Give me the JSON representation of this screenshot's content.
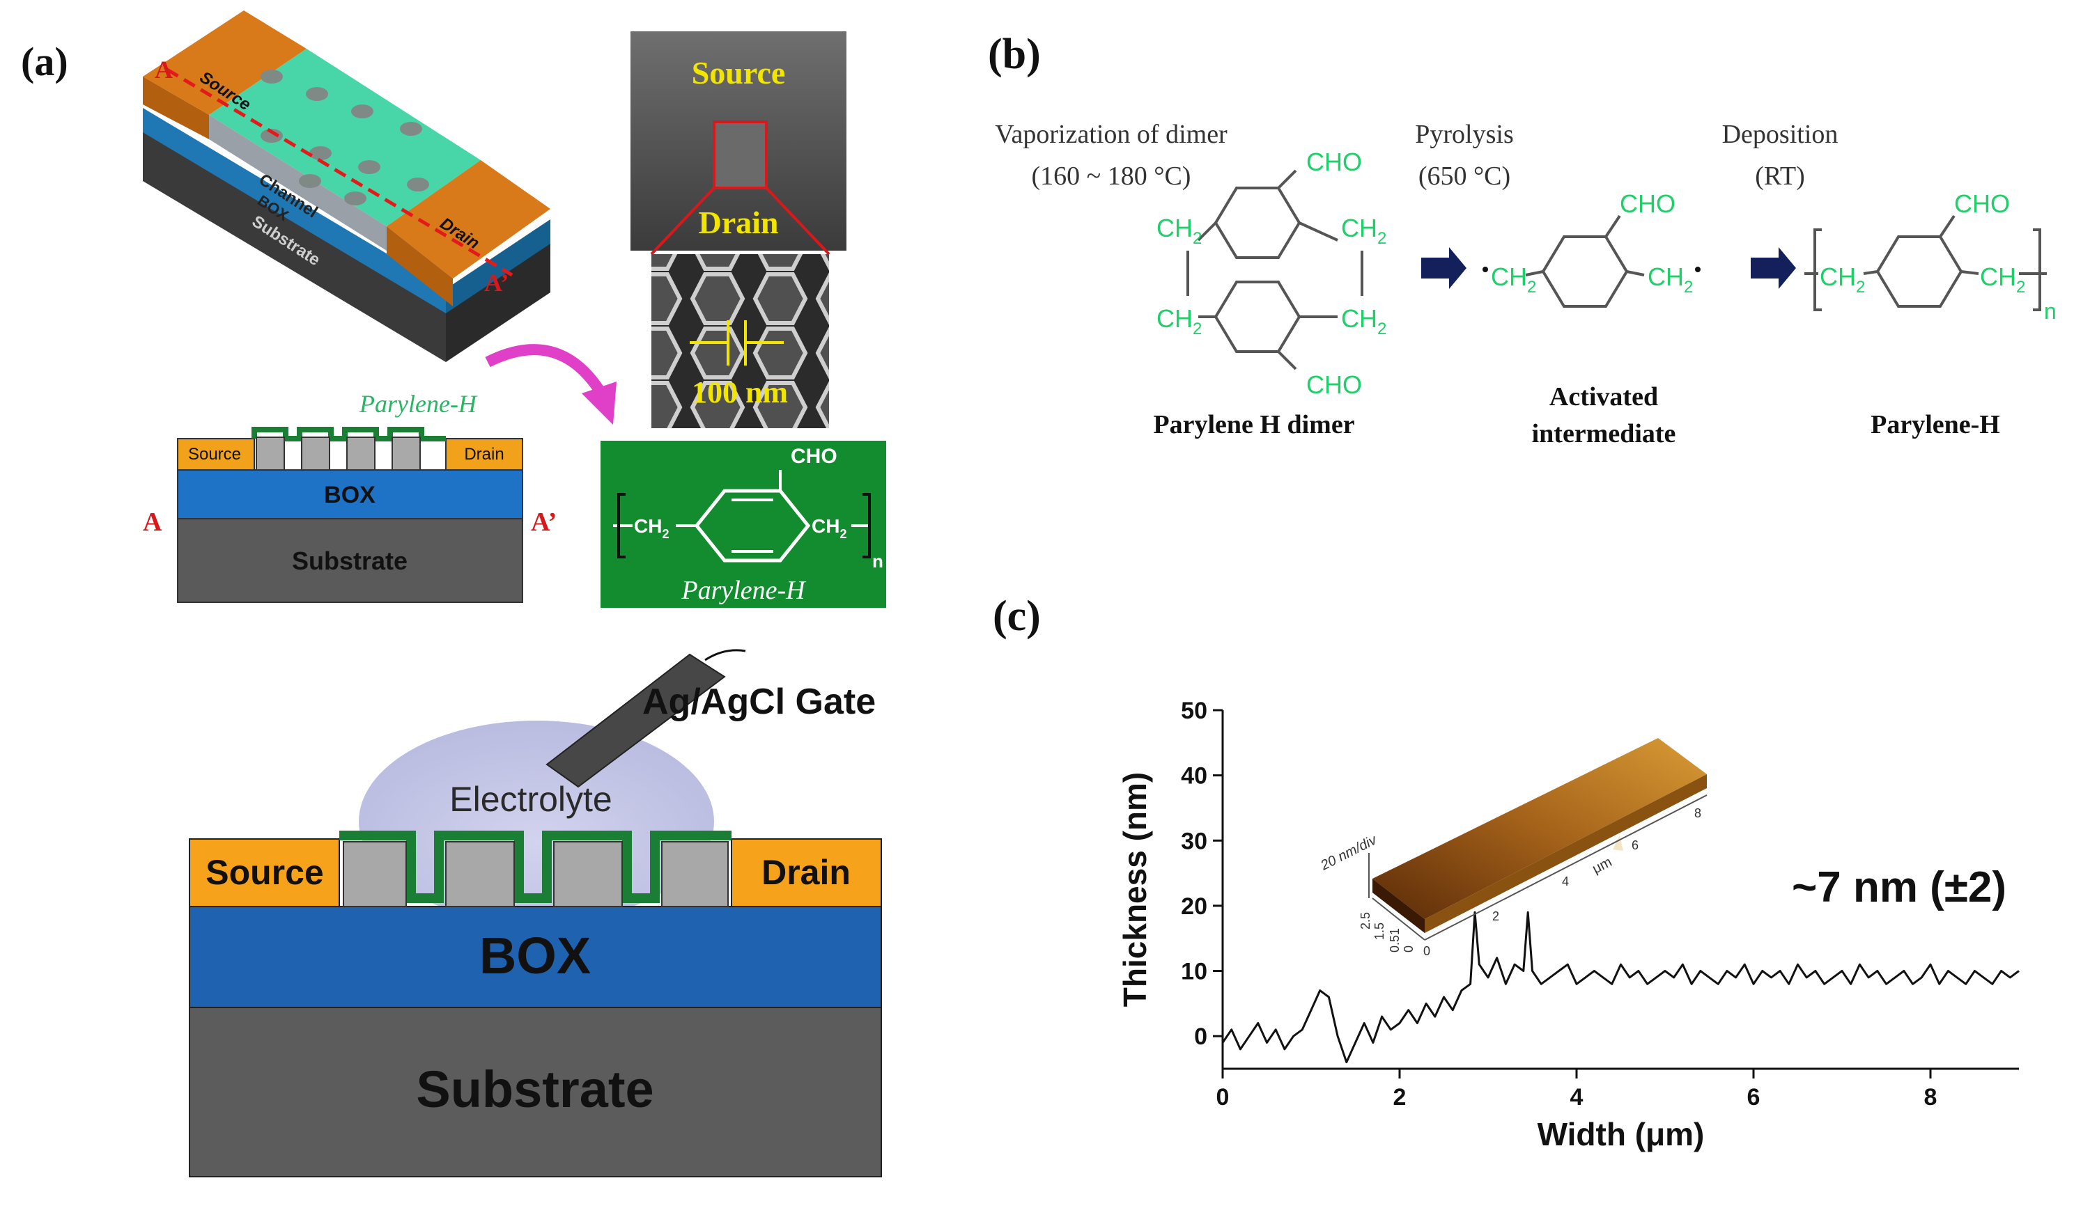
{
  "panel_labels": {
    "a": "(a)",
    "b": "(b)",
    "c": "(c)"
  },
  "panel_a": {
    "device3d": {
      "section_start": "A",
      "section_end": "A’",
      "source": "Source",
      "drain": "Drain",
      "channel": "Channel",
      "box": "BOX",
      "substrate": "Substrate"
    },
    "sem": {
      "source": "Source",
      "drain": "Drain",
      "scale": "100 nm"
    },
    "cross_section": {
      "coating": "Parylene-H",
      "source": "Source",
      "drain": "Drain",
      "box": "BOX",
      "substrate": "Substrate",
      "left_mark": "A",
      "right_mark": "A’"
    },
    "formula_box": {
      "group": "CHO",
      "ch2_left": "CH",
      "ch2_right": "CH",
      "sub2": "2",
      "repeat": "n",
      "name": "Parylene-H"
    },
    "bottom_device": {
      "gate": "Ag/AgCl Gate",
      "electrolyte": "Electrolyte",
      "source": "Source",
      "drain": "Drain",
      "box": "BOX",
      "substrate": "Substrate"
    }
  },
  "panel_b": {
    "step1": {
      "line1": "Vaporization of dimer",
      "line2": "(160 ~ 180 °C)"
    },
    "step2": {
      "line1": "Pyrolysis",
      "line2": "(650 °C)"
    },
    "step3": {
      "line1": "Deposition",
      "line2": "(RT)"
    },
    "dimer": {
      "cho": "CHO",
      "ch": "CH",
      "sub2": "2",
      "name": "Parylene H dimer"
    },
    "intermediate": {
      "cho": "CHO",
      "ch": "CH",
      "sub2": "2",
      "name_line1": "Activated",
      "name_line2": "intermediate"
    },
    "polymer": {
      "cho": "CHO",
      "ch": "CH",
      "sub2": "2",
      "repeat": "n",
      "name": "Parylene-H"
    },
    "colors": {
      "chem_green": "#1fcf6a",
      "arrow_navy": "#13205c"
    }
  },
  "panel_c": {
    "annotation": "~7 nm (±2)",
    "afm_inset": {
      "z_scale": "20 nm/div",
      "axis_unit": "μm",
      "x_ticks": [
        "0",
        "2",
        "4",
        "6",
        "8"
      ],
      "y_ticks": [
        "0",
        "0.51",
        "1.5",
        "2.5"
      ]
    }
  },
  "chart_data": {
    "type": "line",
    "title": "",
    "xlabel": "Width (μm)",
    "ylabel": "Thickness (nm)",
    "xlim": [
      0,
      9
    ],
    "ylim": [
      -5,
      50
    ],
    "x_ticks": [
      0,
      2,
      4,
      6,
      8
    ],
    "y_ticks": [
      0,
      10,
      20,
      30,
      40,
      50
    ],
    "grid": false,
    "series": [
      {
        "x": [
          0,
          0.1,
          0.2,
          0.3,
          0.4,
          0.5,
          0.6,
          0.7,
          0.8,
          0.9,
          1.0,
          1.1,
          1.2,
          1.3,
          1.4,
          1.5,
          1.6,
          1.7,
          1.8,
          1.9,
          2.0,
          2.1,
          2.2,
          2.3,
          2.4,
          2.5,
          2.6,
          2.7,
          2.8,
          2.85,
          2.9,
          3.0,
          3.1,
          3.2,
          3.3,
          3.4,
          3.45,
          3.5,
          3.6,
          3.7,
          3.8,
          3.9,
          4.0,
          4.1,
          4.2,
          4.3,
          4.4,
          4.5,
          4.6,
          4.7,
          4.8,
          4.9,
          5.0,
          5.1,
          5.2,
          5.3,
          5.4,
          5.5,
          5.6,
          5.7,
          5.8,
          5.9,
          6.0,
          6.1,
          6.2,
          6.3,
          6.4,
          6.5,
          6.6,
          6.7,
          6.8,
          6.9,
          7.0,
          7.1,
          7.2,
          7.3,
          7.4,
          7.5,
          7.6,
          7.7,
          7.8,
          7.9,
          8.0,
          8.1,
          8.2,
          8.3,
          8.4,
          8.5,
          8.6,
          8.7,
          8.8,
          8.9,
          9.0
        ],
        "y": [
          -1,
          1,
          -2,
          0,
          2,
          -1,
          1,
          -2,
          0,
          1,
          4,
          7,
          6,
          0,
          -4,
          -1,
          2,
          -1,
          3,
          1,
          2,
          4,
          2,
          5,
          3,
          6,
          4,
          7,
          8,
          19,
          11,
          9,
          12,
          8,
          11,
          10,
          19,
          10,
          8,
          9,
          10,
          11,
          8,
          9,
          10,
          9,
          8,
          11,
          9,
          10,
          8,
          9,
          10,
          9,
          11,
          8,
          10,
          9,
          8,
          10,
          9,
          11,
          8,
          10,
          9,
          10,
          8,
          11,
          9,
          10,
          8,
          9,
          10,
          8,
          11,
          9,
          10,
          8,
          9,
          10,
          8,
          9,
          11,
          8,
          10,
          9,
          8,
          10,
          9,
          8,
          10,
          9,
          10
        ]
      }
    ]
  }
}
